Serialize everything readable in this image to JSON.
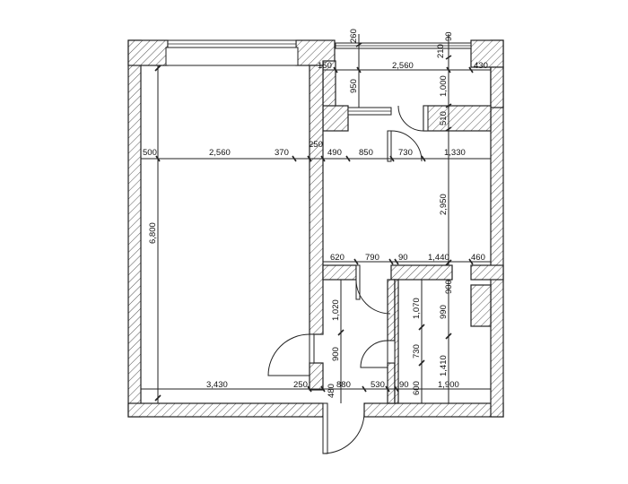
{
  "plan": {
    "dims": {
      "top_balcony": [
        "260",
        "210",
        "90",
        "150",
        "2,560",
        "430",
        "950",
        "1,000",
        "510"
      ],
      "row_living": [
        "500",
        "2,560",
        "370",
        "250",
        "490",
        "850",
        "730",
        "1,330"
      ],
      "row_mid": [
        "620",
        "790",
        "90",
        "1,440",
        "460"
      ],
      "row_bottom": [
        "3,430",
        "250",
        "480",
        "880",
        "530",
        "90",
        "600",
        "1,900"
      ],
      "vertical": [
        "6,800",
        "2,950",
        "1,020",
        "1,070",
        "990",
        "900",
        "900",
        "730",
        "1,410"
      ]
    }
  }
}
